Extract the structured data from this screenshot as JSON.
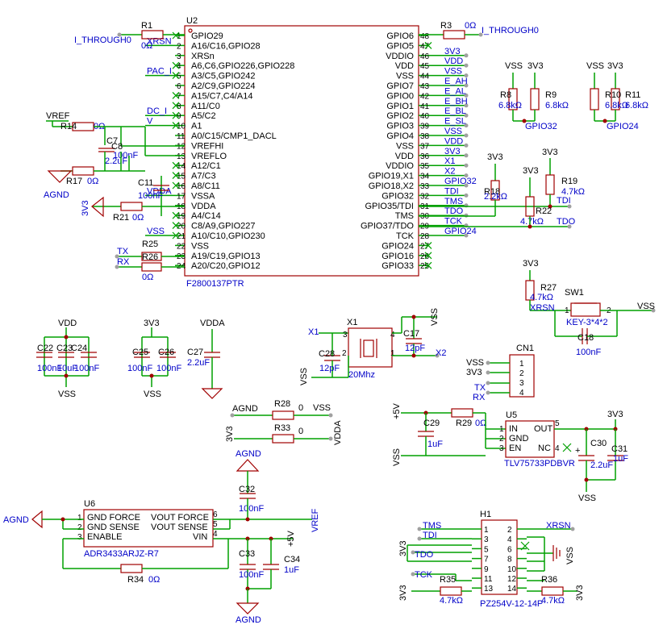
{
  "u2": {
    "ref": "U2",
    "part": "F2800137PTR",
    "left_pins": [
      {
        "num": "1",
        "name": "GPIO29"
      },
      {
        "num": "2",
        "name": "A16/C16,GPIO28"
      },
      {
        "num": "3",
        "name": "XRSn"
      },
      {
        "num": "4",
        "name": "A6,C6,GPIO226,GPIO228"
      },
      {
        "num": "5",
        "name": "A3/C5,GPIO242"
      },
      {
        "num": "6",
        "name": "A2/C9,GPIO224"
      },
      {
        "num": "7",
        "name": "A15/C7,C4/A14"
      },
      {
        "num": "8",
        "name": "A11/C0"
      },
      {
        "num": "9",
        "name": "A5/C2"
      },
      {
        "num": "10",
        "name": "A1"
      },
      {
        "num": "11",
        "name": "A0/C15/CMP1_DACL"
      },
      {
        "num": "12",
        "name": "VREFHI"
      },
      {
        "num": "13",
        "name": "VREFLO"
      },
      {
        "num": "14",
        "name": "A12/C1"
      },
      {
        "num": "15",
        "name": "A7/C3"
      },
      {
        "num": "16",
        "name": "A8/C11"
      },
      {
        "num": "17",
        "name": "VSSA"
      },
      {
        "num": "18",
        "name": "VDDA"
      },
      {
        "num": "19",
        "name": "A4/C14"
      },
      {
        "num": "20",
        "name": "C8/A9,GPIO227"
      },
      {
        "num": "21",
        "name": "A10/C10,GPIO230"
      },
      {
        "num": "22",
        "name": "VSS"
      },
      {
        "num": "23",
        "name": "A19/C19,GPIO13"
      },
      {
        "num": "24",
        "name": "A20/C20,GPIO12"
      }
    ],
    "right_pins": [
      {
        "num": "48",
        "name": "GPIO6"
      },
      {
        "num": "47",
        "name": "GPIO5"
      },
      {
        "num": "46",
        "name": "VDDIO"
      },
      {
        "num": "45",
        "name": "VDD"
      },
      {
        "num": "44",
        "name": "VSS"
      },
      {
        "num": "43",
        "name": "GPIO7"
      },
      {
        "num": "42",
        "name": "GPIO0"
      },
      {
        "num": "41",
        "name": "GPIO1"
      },
      {
        "num": "40",
        "name": "GPIO2"
      },
      {
        "num": "39",
        "name": "GPIO3"
      },
      {
        "num": "38",
        "name": "GPIO4"
      },
      {
        "num": "37",
        "name": "VSS"
      },
      {
        "num": "36",
        "name": "VDD"
      },
      {
        "num": "35",
        "name": "VDDIO"
      },
      {
        "num": "34",
        "name": "GPIO19,X1"
      },
      {
        "num": "33",
        "name": "GPIO18,X2"
      },
      {
        "num": "32",
        "name": "GPIO32"
      },
      {
        "num": "31",
        "name": "GPIO35/TDI"
      },
      {
        "num": "30",
        "name": "TMS"
      },
      {
        "num": "29",
        "name": "GPIO37/TDO"
      },
      {
        "num": "28",
        "name": "TCK"
      },
      {
        "num": "27",
        "name": "GPIO24"
      },
      {
        "num": "26",
        "name": "GPIO16"
      },
      {
        "num": "25",
        "name": "GPIO33"
      }
    ],
    "left_nets": [
      "",
      "XRSN",
      "",
      "",
      "PAC_I",
      "",
      "",
      "",
      "DC_I",
      "V",
      "",
      "",
      "",
      "",
      "",
      "",
      "VDDA",
      "",
      "",
      "",
      "VSS",
      "",
      "",
      ""
    ],
    "right_nets": [
      "I_THROUGH0",
      "",
      "3V3",
      "VDD",
      "VSS",
      "E_AH",
      "E_AL",
      "E_BH",
      "E_BL",
      "E_SL",
      "VSS",
      "VDD",
      "3V3",
      "X1",
      "X2",
      "GPIO32",
      "TDI",
      "TMS",
      "TDO",
      "TCK",
      "GPIO24",
      "",
      "",
      ""
    ]
  },
  "labels": {
    "r1": "R1",
    "r1v": "0Ω",
    "i_through0_l": "I_THROUGH0",
    "r3": "R3",
    "r3v": "0Ω",
    "i_through0_r": "I_THROUGH0",
    "vref": "VREF",
    "r14": "R14",
    "r14v": "0Ω",
    "c7": "C7",
    "c7v": "100nF",
    "c8": "C8",
    "c8v": "2.2uF",
    "r17": "R17",
    "r17v": "0Ω",
    "agnd1": "AGND",
    "c11": "C11",
    "c11v": "100nF",
    "v3v3_1": "3V3",
    "r21": "R21",
    "r21v": "0Ω",
    "r25": "R25",
    "r26": "R26",
    "r26v": "0Ω",
    "tx": "TX",
    "rx": "RX",
    "vss_r8": "VSS",
    "v3v3_r9": "3V3",
    "r8": "R8",
    "r8v": "6.8kΩ",
    "r9": "R9",
    "r9v": "6.8kΩ",
    "gpio32": "GPIO32",
    "vss_r10": "VSS",
    "v3v3_r11": "3V3",
    "r10": "R10",
    "r10v": "6.8kΩ",
    "r11": "R11",
    "r11v": "6.8kΩ",
    "gpio24": "GPIO24",
    "v3v3_r18": "3V3",
    "r18": "R18",
    "r18v": "2.2kΩ",
    "v3v3_r19": "3V3",
    "r19": "R19",
    "r19v": "4.7kΩ",
    "tdi": "TDI",
    "v3v3_r22": "3V3",
    "r22": "R22",
    "r22v": "4.7kΩ",
    "tdo": "TDO",
    "v3v3_r27": "3V3",
    "r27": "R27",
    "r27v": "4.7kΩ",
    "xrsn": "XRSN",
    "sw1": "SW1",
    "sw1v": "KEY-3*4*2",
    "vss_sw": "VSS",
    "c18": "C18",
    "c18v": "100nF",
    "vdd": "VDD",
    "c22": "C22",
    "c23": "C23",
    "c24": "C24",
    "c22v": "100nF",
    "c23v": "10uF",
    "c24v": "100nF",
    "vss_c22": "VSS",
    "v3v3_c25": "3V3",
    "c25": "C25",
    "c26": "C26",
    "c25v": "100nF",
    "c26v": "100nF",
    "vss_c25": "VSS",
    "vdda": "VDDA",
    "c27": "C27",
    "c27v": "2.2uF",
    "x1_lbl": "X1",
    "x1": "X1",
    "c17": "C17",
    "c17v": "12pF",
    "vss_c17": "VSS",
    "c28": "C28",
    "c28v": "12pF",
    "vss_c28": "VSS",
    "x1v": "20Mhz",
    "x2_lbl": "X2",
    "cn1": "CN1",
    "cn1_vss": "VSS",
    "cn1_3v3": "3V3",
    "cn1_tx": "TX",
    "cn1_rx": "RX",
    "agnd2": "AGND",
    "r28": "R28",
    "r28v": "0",
    "vss_r28": "VSS",
    "v3v3_r33": "3V3",
    "r33": "R33",
    "r33v": "0",
    "vdda_r33": "VDDA",
    "p5v_u5": "+5V",
    "c29": "C29",
    "c29v": "1uF",
    "vss_c29": "VSS",
    "r29": "R29",
    "r29v": "0Ω",
    "u5": "U5",
    "u5p": "TLV75733PDBVR",
    "u5_in": "IN",
    "u5_gnd": "GND",
    "u5_en": "EN",
    "u5_out": "OUT",
    "u5_nc": "NC",
    "v3v3_u5": "3V3",
    "c30": "C30",
    "c30v": "2.2uF",
    "c31": "C31",
    "c31v": "1uF",
    "vss_u5": "VSS",
    "agnd3": "AGND",
    "c32": "C32",
    "c32v": "100nF",
    "u6": "U6",
    "u6p": "ADR3433ARJZ-R7",
    "agnd4": "AGND",
    "u6_gf": "GND FORCE",
    "u6_gs": "GND SENSE",
    "u6_en": "ENABLE",
    "u6_vf": "VOUT FORCE",
    "u6_vs": "VOUT SENSE",
    "u6_vin": "VIN",
    "vref2": "VREF",
    "p5v_u6": "+5V",
    "c33": "C33",
    "c33v": "100nF",
    "c34": "C34",
    "c34v": "1uF",
    "r34": "R34",
    "r34v": "0Ω",
    "agnd5": "AGND",
    "h1": "H1",
    "h1p": "PZ254V-12-14P",
    "tms": "TMS",
    "tdi2": "TDI",
    "tdo2": "TDO",
    "tck": "TCK",
    "xrsn2": "XRSN",
    "v3v3_h1": "3V3",
    "vss_h1": "VSS",
    "r35": "R35",
    "r35v": "4.7kΩ",
    "r36": "R36",
    "r36v": "4.7kΩ",
    "v3v3_r35": "3V3",
    "v3v3_r36": "3V3"
  }
}
